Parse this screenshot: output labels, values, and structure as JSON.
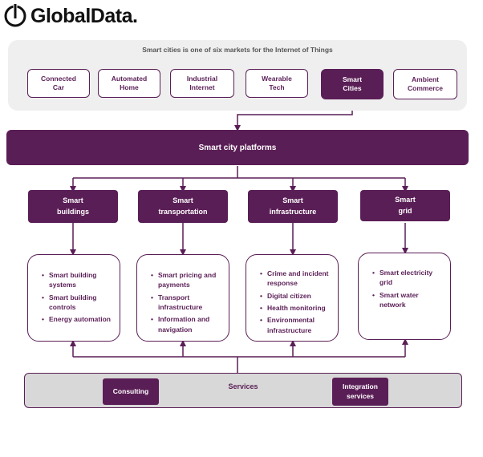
{
  "brand": {
    "name": "GlobalData."
  },
  "markets": {
    "title": "Smart cities is one of six markets for the Internet of Things",
    "items": [
      {
        "label": "Connected\nCar",
        "selected": false
      },
      {
        "label": "Automated\nHome",
        "selected": false
      },
      {
        "label": "Industrial\nInternet",
        "selected": false
      },
      {
        "label": "Wearable\nTech",
        "selected": false
      },
      {
        "label": "Smart\nCities",
        "selected": true
      },
      {
        "label": "Ambient\nCommerce",
        "selected": false
      }
    ]
  },
  "platform": {
    "label": "Smart city platforms"
  },
  "categories": [
    {
      "label": "Smart\nbuildings",
      "items": [
        "Smart building\nsystems",
        "Smart building\ncontrols",
        "Energy automation"
      ]
    },
    {
      "label": "Smart\ntransportation",
      "items": [
        "Smart pricing and\npayments",
        "Transport\ninfrastructure",
        "Information and\nnavigation"
      ]
    },
    {
      "label": "Smart\ninfrastructure",
      "items": [
        "Crime and incident\nresponse",
        "Digital citizen",
        "Health monitoring",
        "Environmental\ninfrastructure"
      ]
    },
    {
      "label": "Smart\ngrid",
      "items": [
        "Smart electricity grid",
        "Smart water\nnetwork"
      ]
    }
  ],
  "services": {
    "label": "Services",
    "items": [
      {
        "label": "Consulting"
      },
      {
        "label": "Integration\nservices"
      }
    ]
  },
  "colors": {
    "accent": "#5a1e56",
    "panel": "#efefef",
    "services_bg": "#d8d8d8"
  }
}
